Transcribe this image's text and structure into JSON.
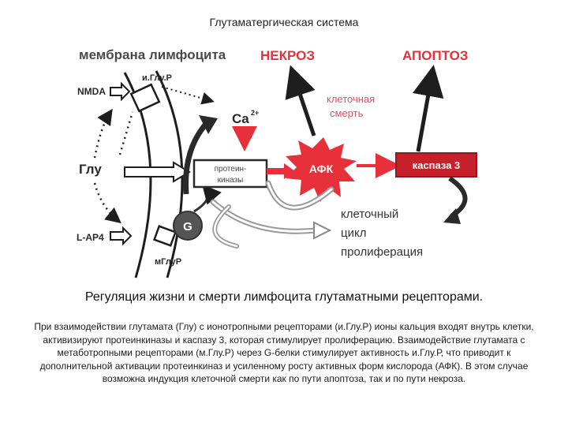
{
  "title": "Глутаматергическая система",
  "diagram": {
    "membrane_label": "мембрана лимфоцита",
    "necrosis": "НЕКРОЗ",
    "apoptosis": "АПОПТОЗ",
    "cell_death_line1": "клеточная",
    "cell_death_line2": "смерть",
    "ca_label": "Ca",
    "ca_superscript": "2+",
    "iglur_label": "и.Глу.Р",
    "nmda_label": "NMDA",
    "glu_label": "Глу",
    "lap4_label": "L-AP4",
    "mglur_label": "мГлуР",
    "g_protein": "G",
    "protein_kinases_line1": "протеин-",
    "protein_kinases_line2": "киназы",
    "afk": "АФК",
    "caspase3": "каспаза 3",
    "cycle_line1": "клеточный",
    "cycle_line2": "цикл",
    "cycle_line3": "пролиферация",
    "colors": {
      "red": "#e8303a",
      "dark": "#1e1e1e",
      "gray": "#6a6a6a",
      "light_gray": "#bfbfbf"
    }
  },
  "caption": {
    "heading": "Регуляция жизни и смерти лимфоцита глутаматными рецепторами.",
    "body": "При взаимодействии глутамата (Глу) с ионотропными рецепторами (и.Глу.Р) ионы кальция входят внутрь клетки, активизируют протеинкиназы и каспазу 3, которая стимулирует пролиферацию. Взаимодействие глутамата с метаботропными рецепторами (м.Глу.Р) через G-белки стимулирует активность и.Глу.Р, что приводит к дополнительной активации протеинкиназ и усиленному росту активных форм кислорода (АФК). В этом случае возможна индукция клеточной смерти как по пути апоптоза, так и по пути некроза."
  }
}
